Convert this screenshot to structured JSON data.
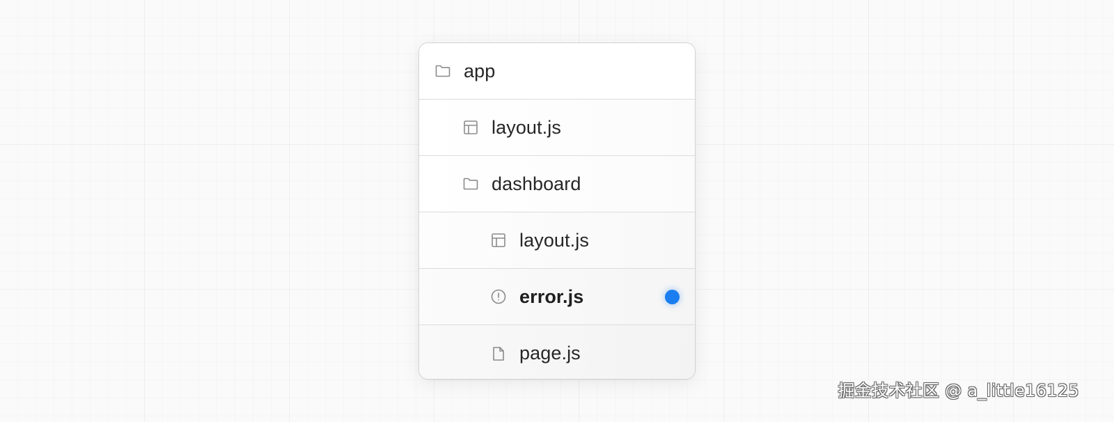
{
  "tree": {
    "rows": [
      {
        "label": "app",
        "icon": "folder-icon",
        "depth": 0,
        "highlighted": false
      },
      {
        "label": "layout.js",
        "icon": "layout-icon",
        "depth": 1,
        "highlighted": false
      },
      {
        "label": "dashboard",
        "icon": "folder-icon",
        "depth": 1,
        "highlighted": false
      },
      {
        "label": "layout.js",
        "icon": "layout-icon",
        "depth": 2,
        "highlighted": false
      },
      {
        "label": "error.js",
        "icon": "error-icon",
        "depth": 2,
        "highlighted": true
      },
      {
        "label": "page.js",
        "icon": "file-icon",
        "depth": 2,
        "highlighted": false
      }
    ]
  },
  "colors": {
    "icon_stroke": "#8a8a8a",
    "text": "#262626",
    "status_dot": "#1a7ef0"
  },
  "watermark": "掘金技术社区 @ a_little16125"
}
